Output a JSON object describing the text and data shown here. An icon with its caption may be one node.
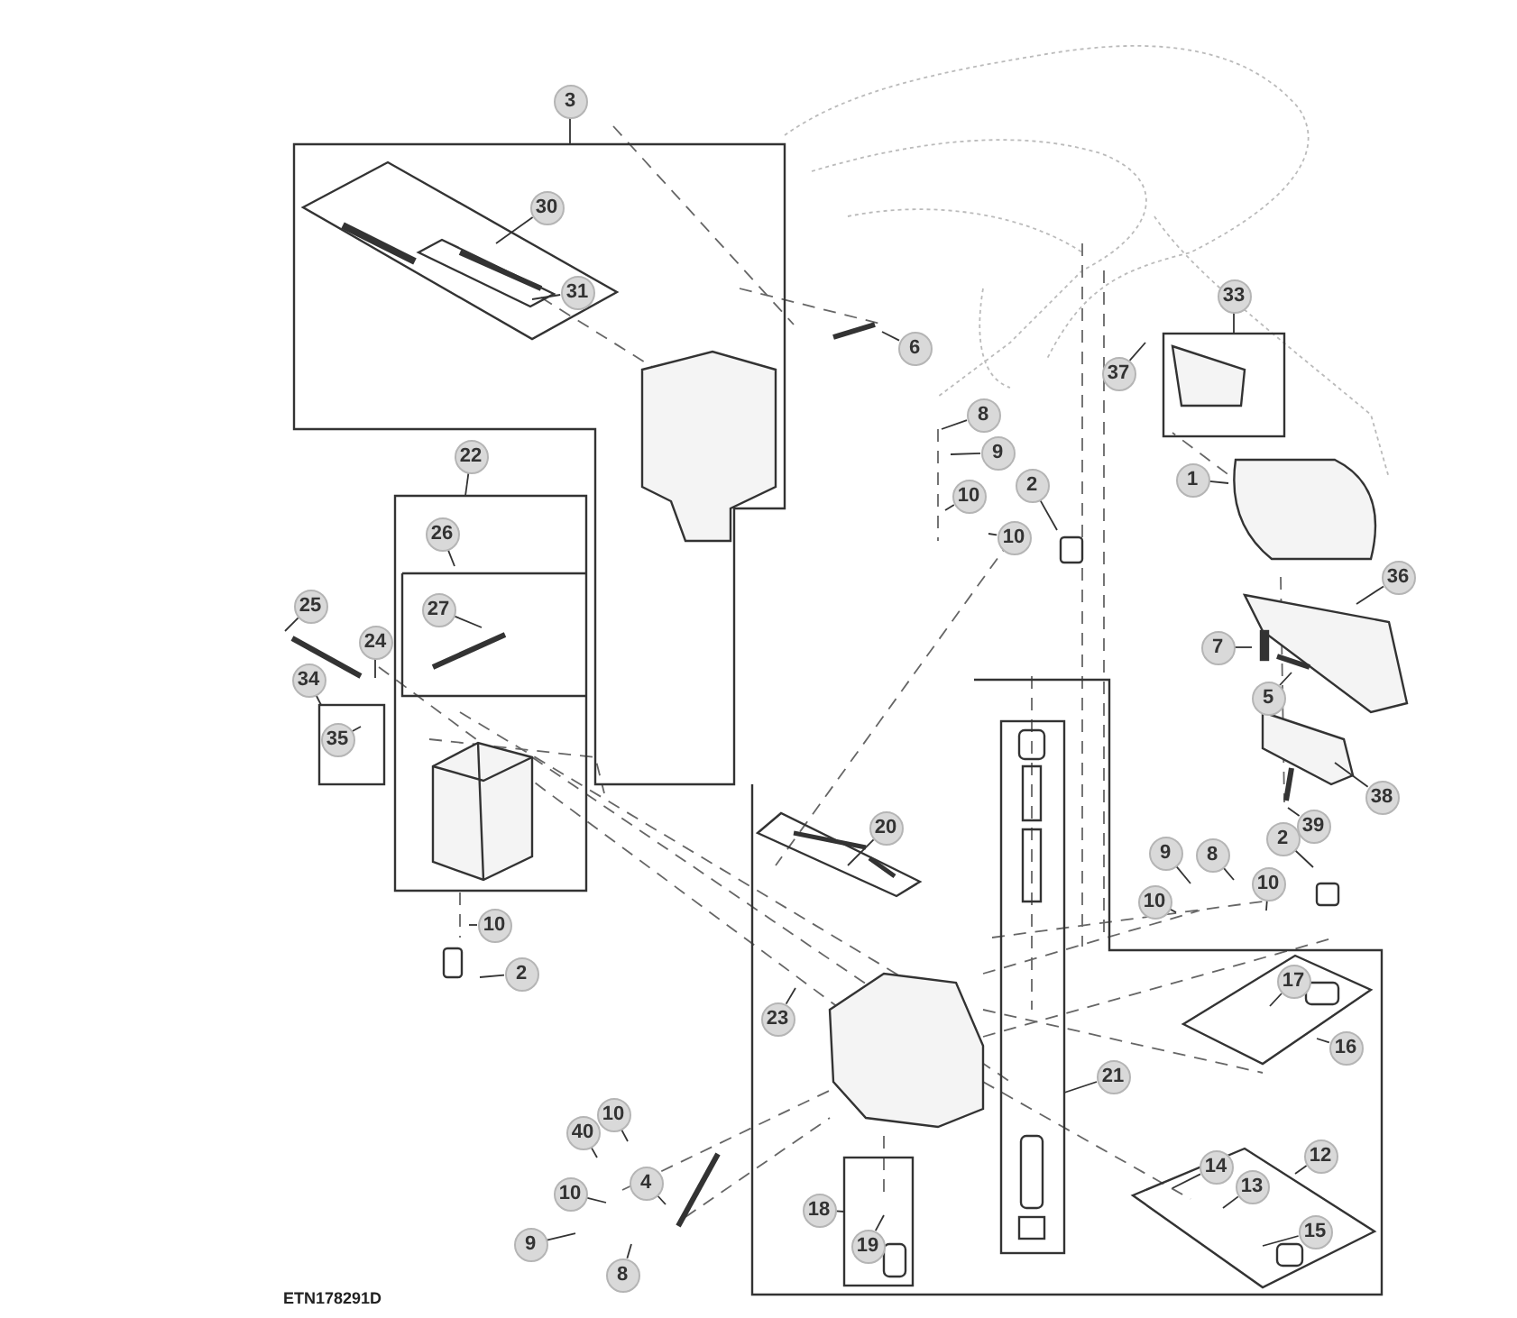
{
  "diagram": {
    "nodes": [
      {
        "text": [
          "3"
        ]
      },
      {
        "text": [
          "30"
        ]
      },
      {
        "text": [
          "31"
        ]
      },
      {
        "text": [
          "6"
        ]
      },
      {
        "text": [
          "33"
        ]
      },
      {
        "text": [
          "37"
        ]
      },
      {
        "text": [
          "8"
        ]
      },
      {
        "text": [
          "9"
        ]
      },
      {
        "text": [
          "10"
        ]
      },
      {
        "text": [
          "2"
        ]
      },
      {
        "text": [
          "10"
        ]
      },
      {
        "text": [
          "1"
        ]
      },
      {
        "text": [
          "22"
        ]
      },
      {
        "text": [
          "26"
        ]
      },
      {
        "text": [
          "27"
        ]
      },
      {
        "text": [
          "25"
        ]
      },
      {
        "text": [
          "24"
        ]
      },
      {
        "text": [
          "36"
        ]
      },
      {
        "text": [
          "34"
        ]
      },
      {
        "text": [
          "7"
        ]
      },
      {
        "text": [
          "5"
        ]
      },
      {
        "text": [
          "35"
        ]
      },
      {
        "text": [
          "38"
        ]
      },
      {
        "text": [
          "20"
        ]
      },
      {
        "text": [
          "39"
        ]
      },
      {
        "text": [
          "9"
        ]
      },
      {
        "text": [
          "8"
        ]
      },
      {
        "text": [
          "2"
        ]
      },
      {
        "text": [
          "10"
        ]
      },
      {
        "text": [
          "10"
        ]
      },
      {
        "text": [
          "10"
        ]
      },
      {
        "text": [
          "2"
        ]
      },
      {
        "text": [
          "17"
        ]
      },
      {
        "text": [
          "23"
        ]
      },
      {
        "text": [
          "16"
        ]
      },
      {
        "text": [
          "21"
        ]
      },
      {
        "text": [
          "40"
        ]
      },
      {
        "text": [
          "10"
        ]
      },
      {
        "text": [
          "12"
        ]
      },
      {
        "text": [
          "14"
        ]
      },
      {
        "text": [
          "13"
        ]
      },
      {
        "text": [
          "10"
        ]
      },
      {
        "text": [
          "4"
        ]
      },
      {
        "text": [
          "9"
        ]
      },
      {
        "text": [
          "18"
        ]
      },
      {
        "text": [
          "19"
        ]
      },
      {
        "text": [
          "15"
        ]
      },
      {
        "text": [
          "8"
        ]
      }
    ],
    "edges": [
      {
        "from": 0,
        "to": null,
        "arrow": "none"
      },
      {
        "from": 1,
        "to": null,
        "arrow": "none"
      },
      {
        "from": 2,
        "to": null,
        "arrow": "none"
      },
      {
        "from": 3,
        "to": null,
        "arrow": "none"
      },
      {
        "from": 4,
        "to": null,
        "arrow": "none"
      },
      {
        "from": 5,
        "to": null,
        "arrow": "none"
      },
      {
        "from": 6,
        "to": null,
        "arrow": "none"
      },
      {
        "from": 7,
        "to": null,
        "arrow": "none"
      },
      {
        "from": 8,
        "to": null,
        "arrow": "none"
      },
      {
        "from": 9,
        "to": null,
        "arrow": "none"
      },
      {
        "from": 10,
        "to": null,
        "arrow": "none"
      },
      {
        "from": 11,
        "to": null,
        "arrow": "none"
      },
      {
        "from": 12,
        "to": null,
        "arrow": "none"
      },
      {
        "from": 13,
        "to": null,
        "arrow": "none"
      },
      {
        "from": 14,
        "to": null,
        "arrow": "none"
      },
      {
        "from": 15,
        "to": null,
        "arrow": "none"
      },
      {
        "from": 16,
        "to": null,
        "arrow": "none"
      },
      {
        "from": 17,
        "to": null,
        "arrow": "none"
      },
      {
        "from": 18,
        "to": null,
        "arrow": "none"
      },
      {
        "from": 19,
        "to": null,
        "arrow": "none"
      },
      {
        "from": 20,
        "to": null,
        "arrow": "none"
      },
      {
        "from": 21,
        "to": null,
        "arrow": "none"
      },
      {
        "from": 22,
        "to": null,
        "arrow": "none"
      },
      {
        "from": 23,
        "to": null,
        "arrow": "none"
      },
      {
        "from": 24,
        "to": null,
        "arrow": "none"
      },
      {
        "from": 25,
        "to": null,
        "arrow": "none"
      },
      {
        "from": 26,
        "to": null,
        "arrow": "none"
      },
      {
        "from": 27,
        "to": null,
        "arrow": "none"
      },
      {
        "from": 28,
        "to": null,
        "arrow": "none"
      },
      {
        "from": 29,
        "to": null,
        "arrow": "none"
      },
      {
        "from": 30,
        "to": null,
        "arrow": "none"
      },
      {
        "from": 31,
        "to": null,
        "arrow": "none"
      },
      {
        "from": 32,
        "to": null,
        "arrow": "none"
      },
      {
        "from": 33,
        "to": null,
        "arrow": "none"
      },
      {
        "from": 34,
        "to": null,
        "arrow": "none"
      },
      {
        "from": 35,
        "to": null,
        "arrow": "none"
      },
      {
        "from": 36,
        "to": null,
        "arrow": "none"
      },
      {
        "from": 37,
        "to": null,
        "arrow": "none"
      },
      {
        "from": 38,
        "to": null,
        "arrow": "none"
      },
      {
        "from": 39,
        "to": null,
        "arrow": "none"
      },
      {
        "from": 40,
        "to": null,
        "arrow": "none"
      },
      {
        "from": 41,
        "to": null,
        "arrow": "none"
      },
      {
        "from": 42,
        "to": null,
        "arrow": "none"
      },
      {
        "from": 43,
        "to": null,
        "arrow": "none"
      },
      {
        "from": 44,
        "to": null,
        "arrow": "none"
      },
      {
        "from": 45,
        "to": null,
        "arrow": "none"
      },
      {
        "from": 46,
        "to": null,
        "arrow": "none"
      },
      {
        "from": 47,
        "to": null,
        "arrow": "none"
      }
    ],
    "labels": [
      "ETN178291D"
    ]
  }
}
